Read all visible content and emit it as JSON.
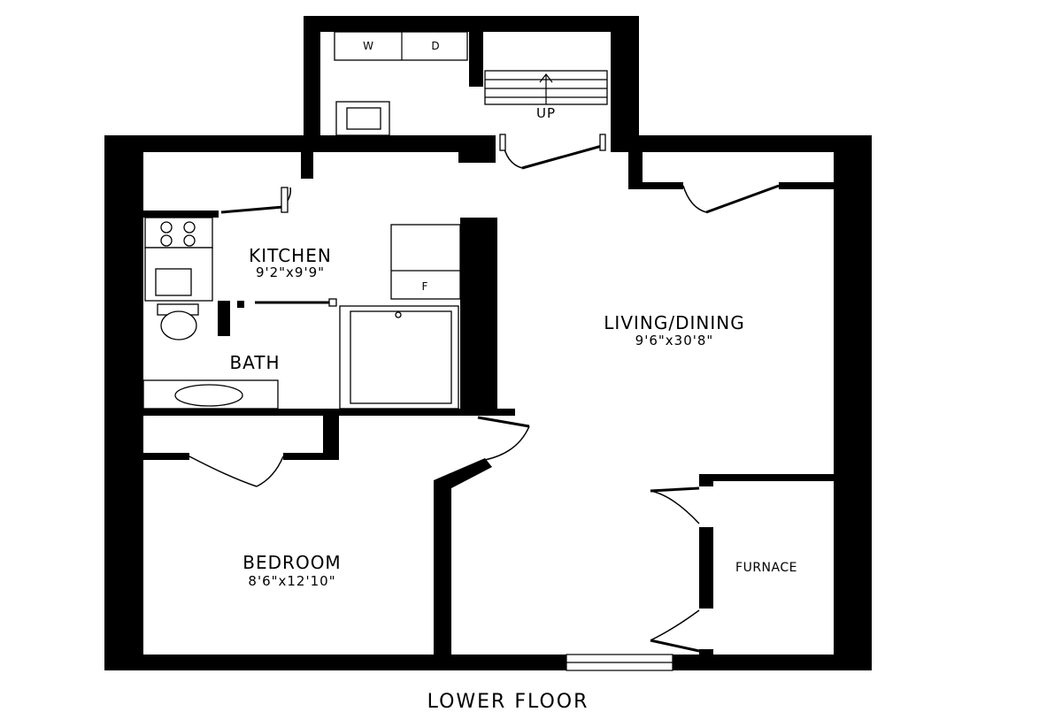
{
  "floor": {
    "title": "LOWER FLOOR"
  },
  "rooms": {
    "kitchen": {
      "name": "KITCHEN",
      "dimensions": "9'2\"x9'9\""
    },
    "living": {
      "name": "LIVING/DINING",
      "dimensions": "9'6\"x30'8\""
    },
    "bath": {
      "name": "BATH"
    },
    "bedroom": {
      "name": "BEDROOM",
      "dimensions": "8'6\"x12'10\""
    },
    "furnace": {
      "name": "FURNACE"
    }
  },
  "labels": {
    "washer": "W",
    "dryer": "D",
    "stairs": "UP",
    "fridge": "F"
  }
}
